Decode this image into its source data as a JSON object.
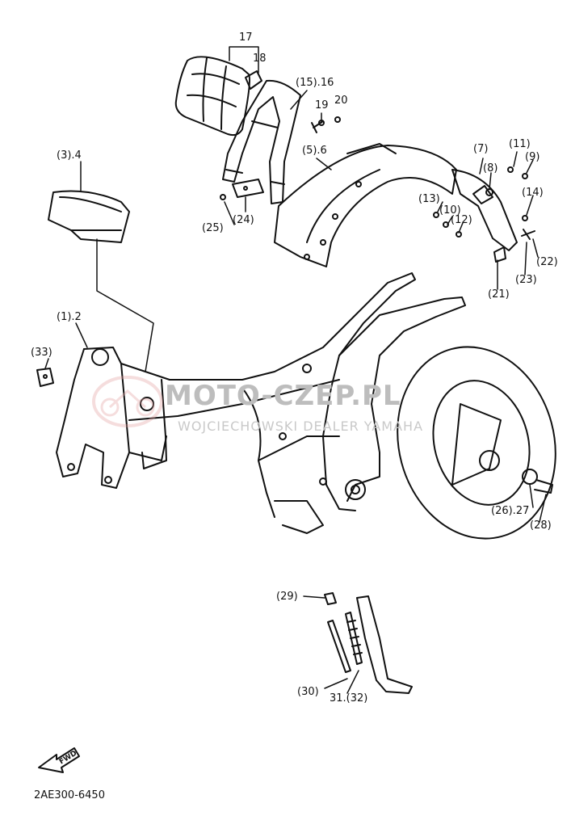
{
  "callouts": {
    "c17": "17",
    "c18": "18",
    "c15_16": "(15).16",
    "c19": "19",
    "c20": "20",
    "c3_4": "(3).4",
    "c5_6": "(5).6",
    "c7": "(7)",
    "c11": "(11)",
    "c8": "(8)",
    "c9": "(9)",
    "c13": "(13)",
    "c10": "(10)",
    "c14": "(14)",
    "c12": "(12)",
    "c25": "(25)",
    "c24": "(24)",
    "c22": "(22)",
    "c23": "(23)",
    "c21": "(21)",
    "c1_2": "(1).2",
    "c33": "(33)",
    "c26_27": "(26).27",
    "c28": "(28)",
    "c29": "(29)",
    "c30": "(30)",
    "c31_32": "31.(32)"
  },
  "watermark": {
    "site": "MOTO-CZEP.PL",
    "subtitle": "WOJCIECHOWSKI DEALER YAMAHA"
  },
  "fwd_label": "FWD",
  "diagram_code": "2AE300-6450",
  "colors": {
    "ink": "#111111",
    "watermark": "#d2d2d2",
    "watermark_logo": "#e3a0a0"
  }
}
